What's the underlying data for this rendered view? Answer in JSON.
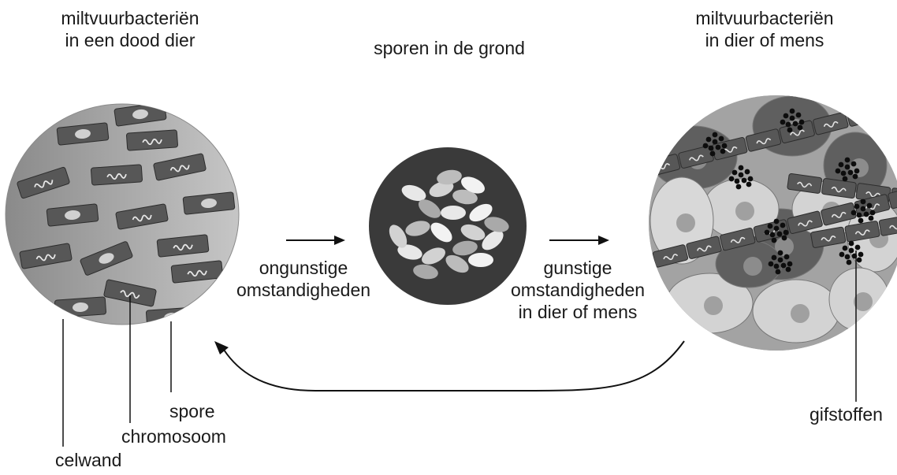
{
  "titles": {
    "left": [
      "miltvuurbacteriën",
      "in een dood dier"
    ],
    "middle": "sporen in de grond",
    "right": [
      "miltvuurbacteriën",
      "in dier of mens"
    ]
  },
  "arrows": {
    "left_condition": [
      "ongunstige",
      "omstandigheden"
    ],
    "right_condition": [
      "gunstige",
      "omstandigheden",
      "in dier of mens"
    ]
  },
  "callouts": {
    "spore": "spore",
    "chromosoom": "chromosoom",
    "celwand": "celwand",
    "gifstoffen": "gifstoffen"
  },
  "colors": {
    "ink": "#1a1a1a",
    "dish_dark": "#3a3a3a",
    "bacterium": "#575757",
    "spore": "#d6d6d6"
  }
}
